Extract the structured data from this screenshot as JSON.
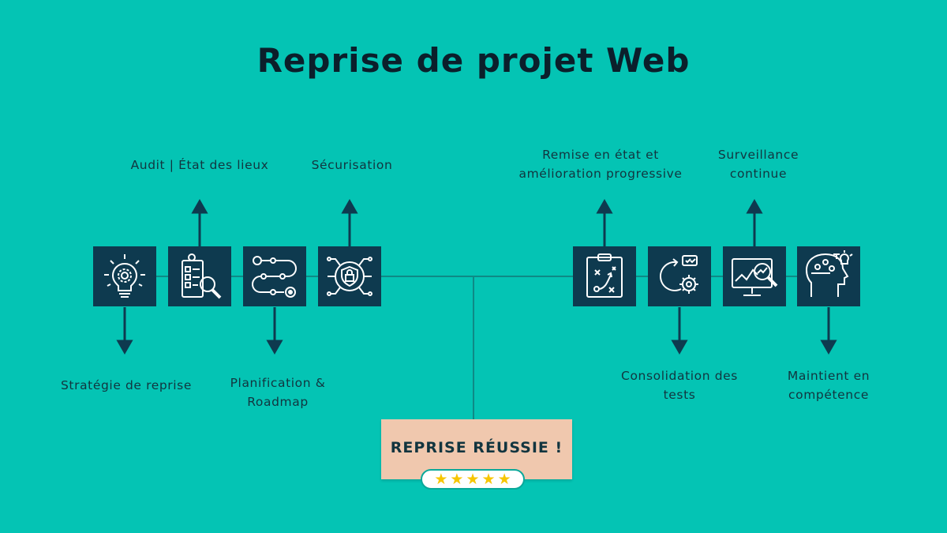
{
  "title": "Reprise de projet Web",
  "colors": {
    "background": "#04c4b4",
    "icon_box": "#0e3a4f",
    "connector": "#0e3a4f",
    "result_box": "#f0c8ae",
    "star": "#f7c600"
  },
  "steps": [
    {
      "label": "Stratégie de reprise",
      "icon": "lightbulb-gear-icon"
    },
    {
      "label": "Audit | État des lieux",
      "icon": "checklist-magnifier-icon"
    },
    {
      "label": "Planification &",
      "label2": "Roadmap",
      "icon": "roadmap-path-icon"
    },
    {
      "label": "Sécurisation",
      "icon": "padlock-circuit-icon"
    },
    {
      "label": "Remise en état et",
      "label2": "amélioration progressive",
      "icon": "strategy-clipboard-icon"
    },
    {
      "label": "Consolidation des",
      "label2": "tests",
      "icon": "cycle-gear-icon"
    },
    {
      "label": "Surveillance",
      "label2": "continue",
      "icon": "monitor-analytics-icon"
    },
    {
      "label": "Maintient en",
      "label2": "compétence",
      "icon": "head-ideas-icon"
    }
  ],
  "result": {
    "label": "REPRISE RÉUSSIE !",
    "stars": [
      "★",
      "★",
      "★",
      "★",
      "★"
    ]
  }
}
